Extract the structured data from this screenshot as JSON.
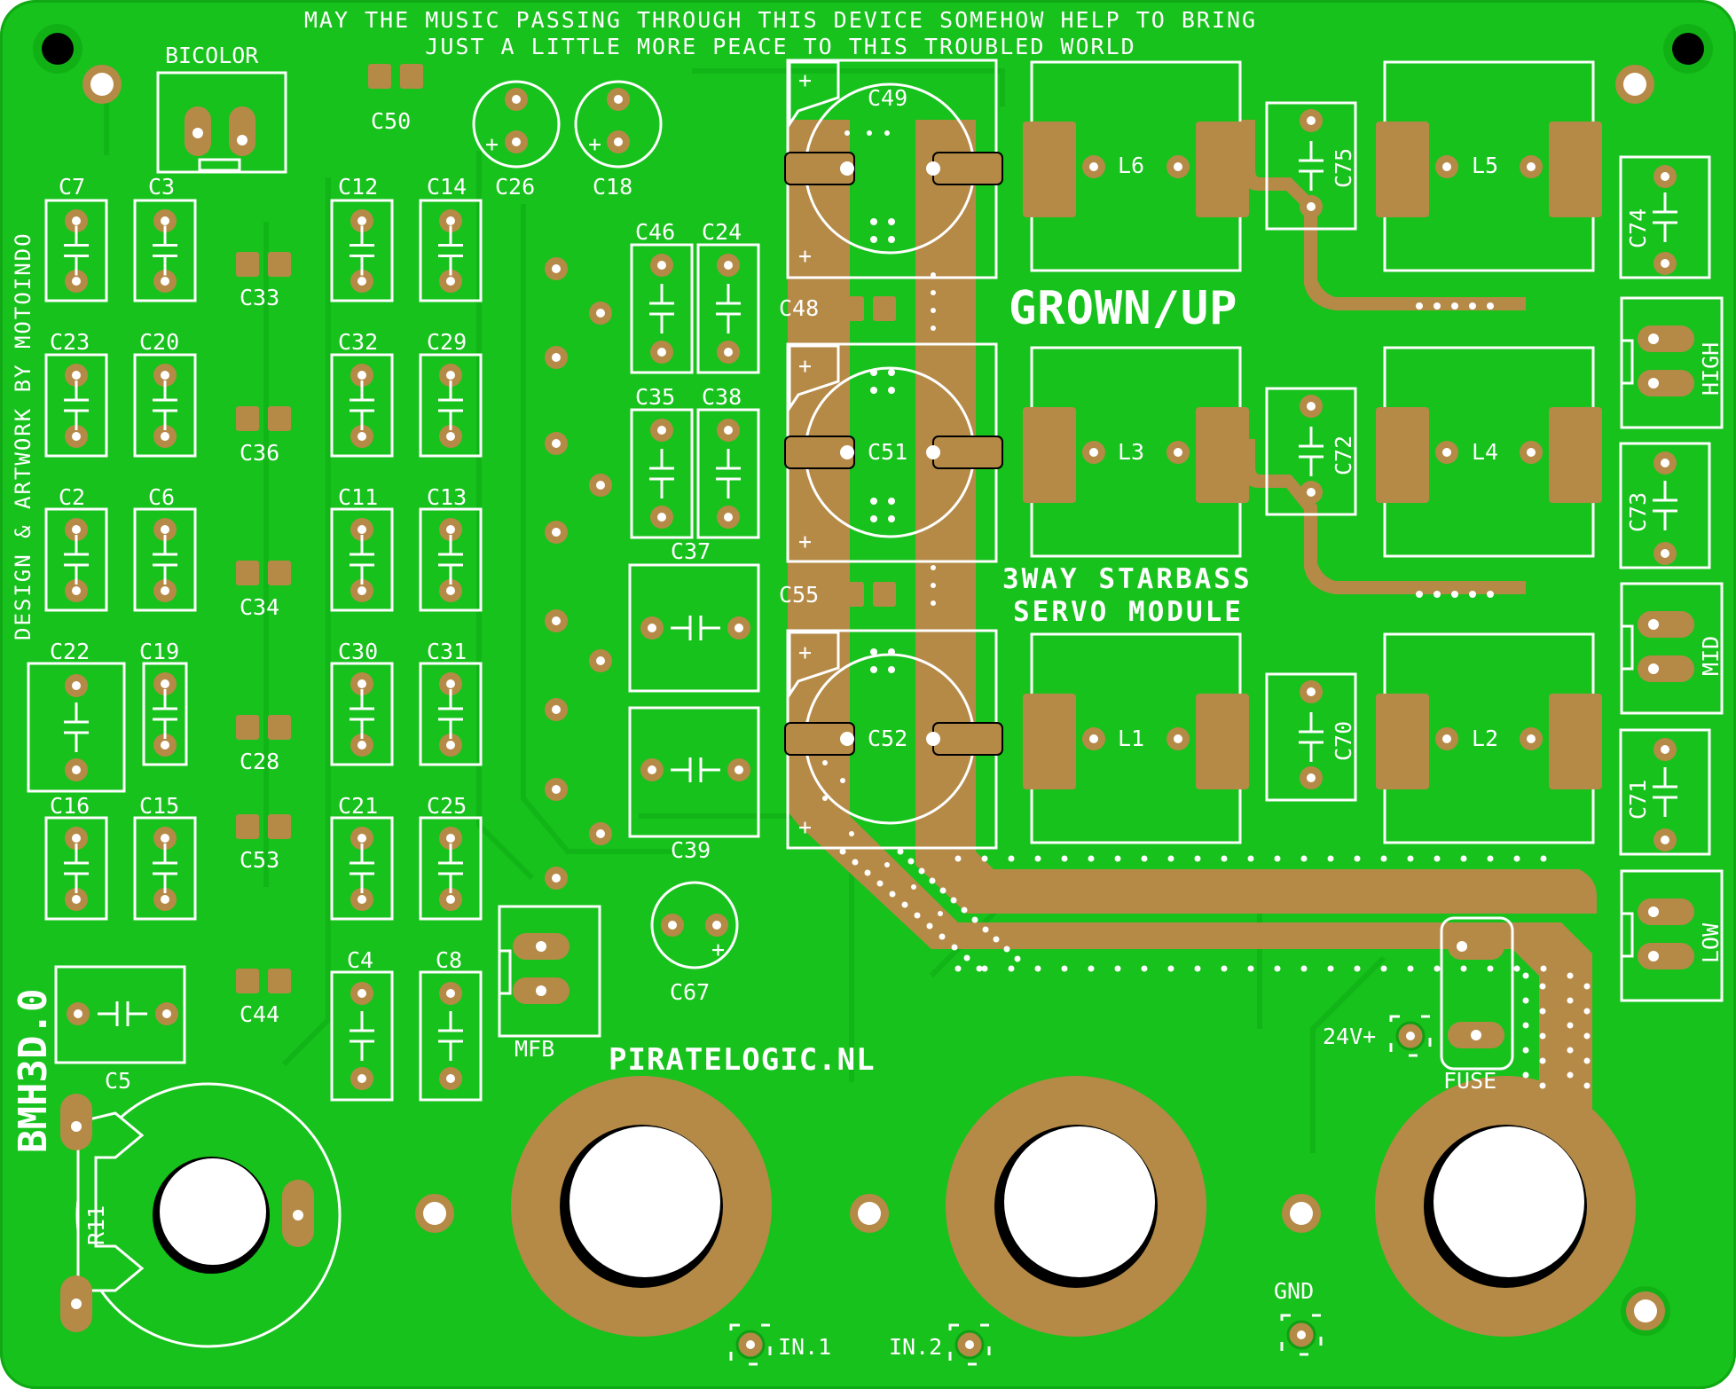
{
  "board": {
    "motto_line1": "MAY THE MUSIC PASSING THROUGH THIS DEVICE SOMEHOW HELP TO BRING",
    "motto_line2": "JUST A LITTLE MORE PEACE TO THIS TROUBLED WORLD",
    "credit": "DESIGN & ARTWORK BY MOTOINDO",
    "version": "BMH3D.0",
    "title": "GROWN/UP",
    "subtitle1": "3WAY STARBASS",
    "subtitle2": "SERVO MODULE",
    "website": "PIRATELOGIC.NL"
  },
  "labels": {
    "bicolor": "BICOLOR",
    "c50": "C50",
    "c26": "C26",
    "c18": "C18",
    "c49": "C49",
    "c7": "C7",
    "c3": "C3",
    "c12": "C12",
    "c14": "C14",
    "c23": "C23",
    "c20": "C20",
    "c32": "C32",
    "c29": "C29",
    "c2": "C2",
    "c6": "C6",
    "c11": "C11",
    "c13": "C13",
    "c22": "C22",
    "c19": "C19",
    "c30": "C30",
    "c31": "C31",
    "c16": "C16",
    "c15": "C15",
    "c21": "C21",
    "c25": "C25",
    "c4": "C4",
    "c8": "C8",
    "c5": "C5",
    "r11": "R11",
    "c33": "C33",
    "c36": "C36",
    "c34": "C34",
    "c28": "C28",
    "c53": "C53",
    "c44": "C44",
    "c46": "C46",
    "c24": "C24",
    "c35": "C35",
    "c38": "C38",
    "c37": "C37",
    "c39": "C39",
    "c48": "C48",
    "c55": "C55",
    "c51": "C51",
    "c52": "C52",
    "c67": "C67",
    "l6": "L6",
    "l5": "L5",
    "l3": "L3",
    "l4": "L4",
    "l1": "L1",
    "l2": "L2",
    "c75": "C75",
    "c72": "C72",
    "c70": "C70",
    "c74": "C74",
    "c73": "C73",
    "c71": "C71",
    "high": "HIGH",
    "mid": "MID",
    "low": "LOW",
    "mfb": "MFB",
    "fuse": "FUSE",
    "v24": "24V+",
    "gnd": "GND",
    "in1": "IN.1",
    "in2": "IN.2",
    "plus": "+"
  }
}
